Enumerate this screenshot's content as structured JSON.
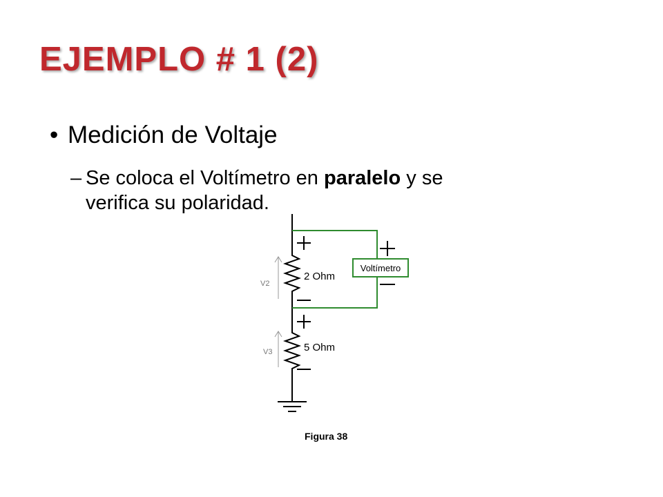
{
  "slide": {
    "title": "EJEMPLO # 1 (2)",
    "bullet1": {
      "marker": "•",
      "text": "Medición de Voltaje"
    },
    "bullet2": {
      "marker": "–",
      "text_before": "Se coloca el Voltímetro en ",
      "text_bold": "paralelo",
      "text_after": " y se",
      "text_line2": "verifica su polaridad."
    }
  },
  "circuit": {
    "meter_label": "Voltímetro",
    "resistor1_label": "2 Ohm",
    "resistor2_label": "5 Ohm",
    "voltage1_label": "V2",
    "voltage2_label": "V3",
    "plus_symbol": "+",
    "colors": {
      "wire": "#000000",
      "meter": "#2e8b2e",
      "voltage_arrow": "#888888"
    }
  },
  "caption": "Figura 38"
}
